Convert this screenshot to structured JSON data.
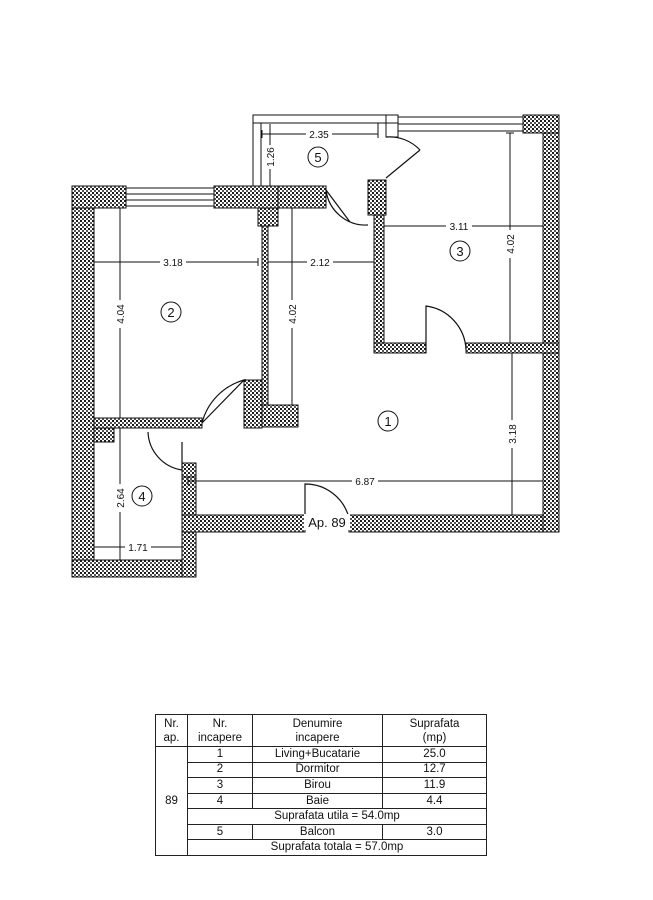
{
  "floor_plan": {
    "apartment_label": "Ap. 89",
    "rooms": [
      {
        "number": "1"
      },
      {
        "number": "2"
      },
      {
        "number": "3"
      },
      {
        "number": "4"
      },
      {
        "number": "5"
      }
    ],
    "dimensions": {
      "balcony_width": "2.35",
      "balcony_depth": "1.26",
      "bedroom_width": "3.18",
      "bedroom_depth": "4.04",
      "hall_width": "2.12",
      "hall_depth": "4.02",
      "office_width": "3.11",
      "office_depth": "4.02",
      "living_width": "6.87",
      "living_depth": "3.18",
      "bath_depth": "2.64",
      "bath_width": "1.71"
    }
  },
  "table": {
    "header": {
      "ap_line1": "Nr.",
      "ap_line2": "ap.",
      "room_line1": "Nr.",
      "room_line2": "incapere",
      "name_line1": "Denumire",
      "name_line2": "incapere",
      "area_line1": "Suprafata",
      "area_line2": "(mp)"
    },
    "apartment_number": "89",
    "rows": [
      {
        "nr": "1",
        "name": "Living+Bucatarie",
        "area": "25.0"
      },
      {
        "nr": "2",
        "name": "Dormitor",
        "area": "12.7"
      },
      {
        "nr": "3",
        "name": "Birou",
        "area": "11.9"
      },
      {
        "nr": "4",
        "name": "Baie",
        "area": "4.4"
      }
    ],
    "useful_area": "Suprafata utila = 54.0mp",
    "balcony": {
      "nr": "5",
      "name": "Balcon",
      "area": "3.0"
    },
    "total_area": "Suprafata totala = 57.0mp"
  }
}
